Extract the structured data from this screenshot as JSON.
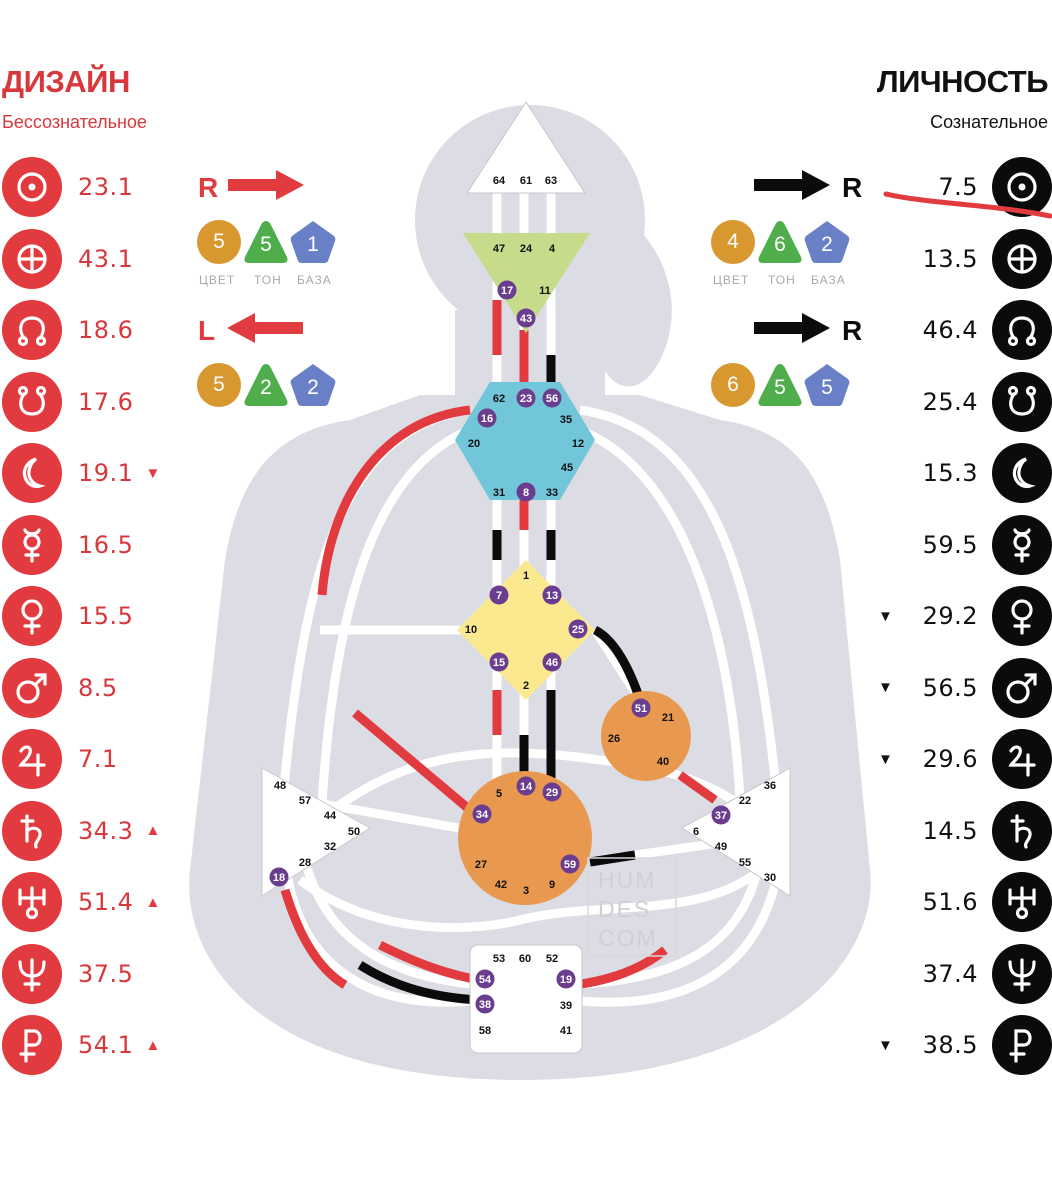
{
  "design": {
    "title": "ДИЗАЙН",
    "subtitle": "Бессознательное",
    "planets": [
      {
        "icon": "sun-icon",
        "value": "23.1",
        "mark": ""
      },
      {
        "icon": "earth-icon",
        "value": "43.1",
        "mark": ""
      },
      {
        "icon": "north-node-icon",
        "value": "18.6",
        "mark": ""
      },
      {
        "icon": "south-node-icon",
        "value": "17.6",
        "mark": ""
      },
      {
        "icon": "moon-icon",
        "value": "19.1",
        "mark": "▼"
      },
      {
        "icon": "mercury-icon",
        "value": "16.5",
        "mark": ""
      },
      {
        "icon": "venus-icon",
        "value": "15.5",
        "mark": ""
      },
      {
        "icon": "mars-icon",
        "value": "8.5",
        "mark": ""
      },
      {
        "icon": "jupiter-icon",
        "value": "7.1",
        "mark": ""
      },
      {
        "icon": "saturn-icon",
        "value": "34.3",
        "mark": "▲"
      },
      {
        "icon": "uranus-icon",
        "value": "51.4",
        "mark": "▲"
      },
      {
        "icon": "neptune-icon",
        "value": "37.5",
        "mark": ""
      },
      {
        "icon": "pluto-icon",
        "value": "54.1",
        "mark": "▲"
      }
    ],
    "variables": [
      {
        "letter": "R",
        "arrow": "right",
        "color": "5",
        "tone": "5",
        "base": "1"
      },
      {
        "letter": "L",
        "arrow": "left",
        "color": "5",
        "tone": "2",
        "base": "2"
      }
    ]
  },
  "personality": {
    "title": "ЛИЧНОСТЬ",
    "subtitle": "Сознательное",
    "planets": [
      {
        "icon": "sun-icon",
        "value": "7.5",
        "mark": ""
      },
      {
        "icon": "earth-icon",
        "value": "13.5",
        "mark": ""
      },
      {
        "icon": "north-node-icon",
        "value": "46.4",
        "mark": ""
      },
      {
        "icon": "south-node-icon",
        "value": "25.4",
        "mark": ""
      },
      {
        "icon": "moon-icon",
        "value": "15.3",
        "mark": ""
      },
      {
        "icon": "mercury-icon",
        "value": "59.5",
        "mark": ""
      },
      {
        "icon": "venus-icon",
        "value": "29.2",
        "mark": "▼"
      },
      {
        "icon": "mars-icon",
        "value": "56.5",
        "mark": "▼"
      },
      {
        "icon": "jupiter-icon",
        "value": "29.6",
        "mark": "▼"
      },
      {
        "icon": "saturn-icon",
        "value": "14.5",
        "mark": ""
      },
      {
        "icon": "uranus-icon",
        "value": "51.6",
        "mark": ""
      },
      {
        "icon": "neptune-icon",
        "value": "37.4",
        "mark": ""
      },
      {
        "icon": "pluto-icon",
        "value": "38.5",
        "mark": "▼"
      }
    ],
    "variables": [
      {
        "letter": "R",
        "arrow": "right",
        "color": "4",
        "tone": "6",
        "base": "2"
      },
      {
        "letter": "R",
        "arrow": "right",
        "color": "6",
        "tone": "5",
        "base": "5"
      }
    ]
  },
  "labels": {
    "color": "ЦВЕТ",
    "tone": "ТОН",
    "base": "БАЗА"
  },
  "colors": {
    "design_red": "#e13b3f",
    "personality_black": "#0b0b0b",
    "head_center": "#ffffff",
    "ajna_center": "#c6dc8b",
    "throat_center": "#72c6d9",
    "g_center": "#fbe98f",
    "ego_center": "#e8994f",
    "sacral_center": "#e8994f",
    "spleen_center": "#ffffff",
    "solar_plexus_center": "#ffffff",
    "root_center": "#ffffff",
    "active_gate": "#6a3d8f",
    "color_badge": "#d8982f",
    "tone_badge": "#4fae4b",
    "base_badge": "#6a80c6",
    "silhouette": "#dcdde4"
  },
  "centers": {
    "head": {
      "gates": [
        "64",
        "61",
        "63"
      ],
      "active": []
    },
    "ajna": {
      "gates": [
        "47",
        "24",
        "4",
        "17",
        "11",
        "43"
      ],
      "active": [
        "17",
        "43"
      ]
    },
    "throat": {
      "gates": [
        "62",
        "23",
        "56",
        "16",
        "35",
        "20",
        "12",
        "45",
        "31",
        "8",
        "33"
      ],
      "active": [
        "23",
        "56",
        "16",
        "8"
      ]
    },
    "g": {
      "gates": [
        "1",
        "7",
        "13",
        "10",
        "25",
        "15",
        "46",
        "2"
      ],
      "active": [
        "7",
        "13",
        "25",
        "15",
        "46"
      ]
    },
    "ego": {
      "gates": [
        "51",
        "21",
        "26",
        "40"
      ],
      "active": [
        "51"
      ]
    },
    "sacral": {
      "gates": [
        "5",
        "14",
        "29",
        "34",
        "27",
        "59",
        "42",
        "3",
        "9"
      ],
      "active": [
        "14",
        "29",
        "34",
        "59"
      ]
    },
    "spleen": {
      "gates": [
        "48",
        "57",
        "44",
        "50",
        "32",
        "28",
        "18"
      ],
      "active": [
        "18"
      ]
    },
    "solar_plexus": {
      "gates": [
        "36",
        "22",
        "37",
        "6",
        "49",
        "55",
        "30"
      ],
      "active": [
        "37"
      ]
    },
    "root": {
      "gates": [
        "53",
        "60",
        "52",
        "54",
        "19",
        "38",
        "39",
        "58",
        "41"
      ],
      "active": [
        "54",
        "19",
        "38"
      ]
    }
  },
  "watermark": [
    "HUM",
    "DES",
    "COM"
  ]
}
